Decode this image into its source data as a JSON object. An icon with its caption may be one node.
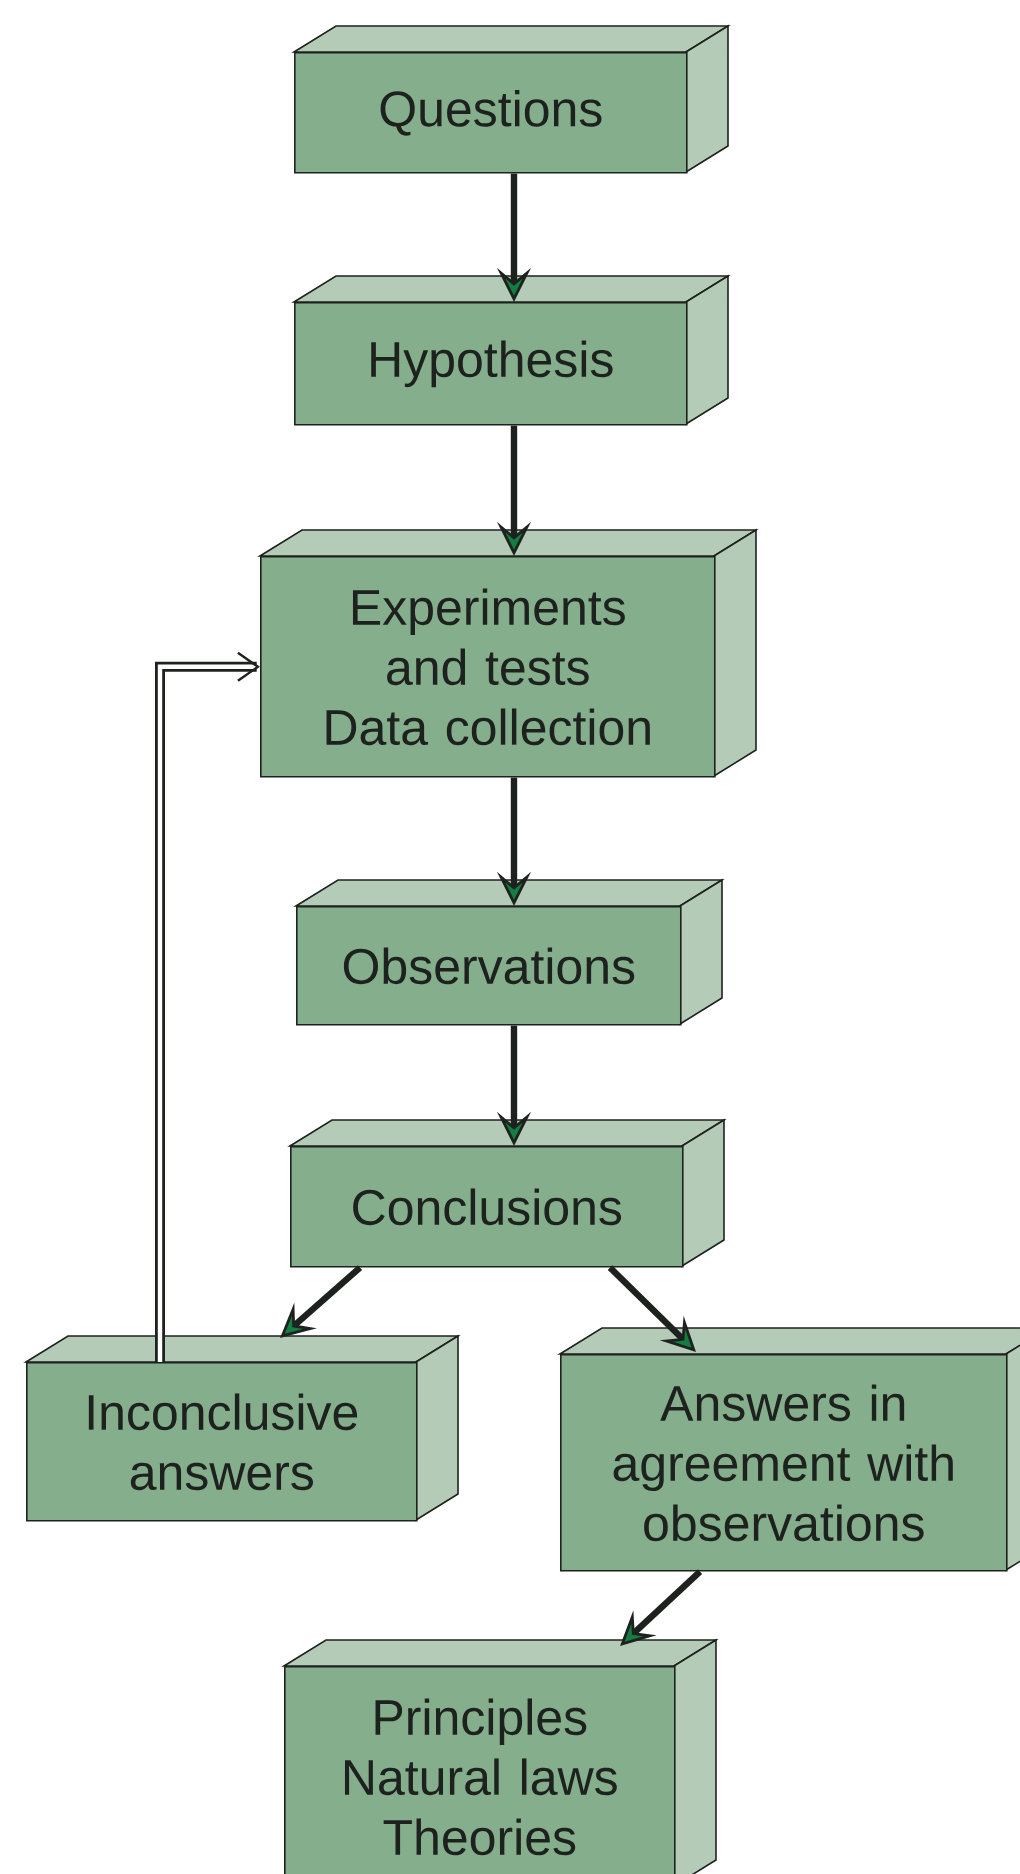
{
  "diagram": {
    "nodes": [
      {
        "text": [
          "Questions"
        ]
      },
      {
        "text": [
          "Hypothesis"
        ]
      },
      {
        "text": [
          "Experiments and tests",
          "Data collection"
        ]
      },
      {
        "text": [
          "Observations"
        ]
      },
      {
        "text": [
          "Conclusions"
        ]
      },
      {
        "text": [
          "Inconclusive answers"
        ]
      },
      {
        "text": [
          "Answers in agreement with observations"
        ]
      },
      {
        "text": [
          "Principles",
          "Natural laws",
          "Theories"
        ]
      }
    ],
    "edges": [
      {
        "from": 0,
        "to": 1,
        "arrow": "to"
      },
      {
        "from": 1,
        "to": 2,
        "arrow": "to"
      },
      {
        "from": 2,
        "to": 3,
        "arrow": "to"
      },
      {
        "from": 3,
        "to": 4,
        "arrow": "to"
      },
      {
        "from": 4,
        "to": 5,
        "arrow": "to"
      },
      {
        "from": 4,
        "to": 6,
        "arrow": "to"
      },
      {
        "from": 6,
        "to": 7,
        "arrow": "to"
      },
      {
        "from": 5,
        "to": 2,
        "arrow": "to"
      }
    ]
  }
}
